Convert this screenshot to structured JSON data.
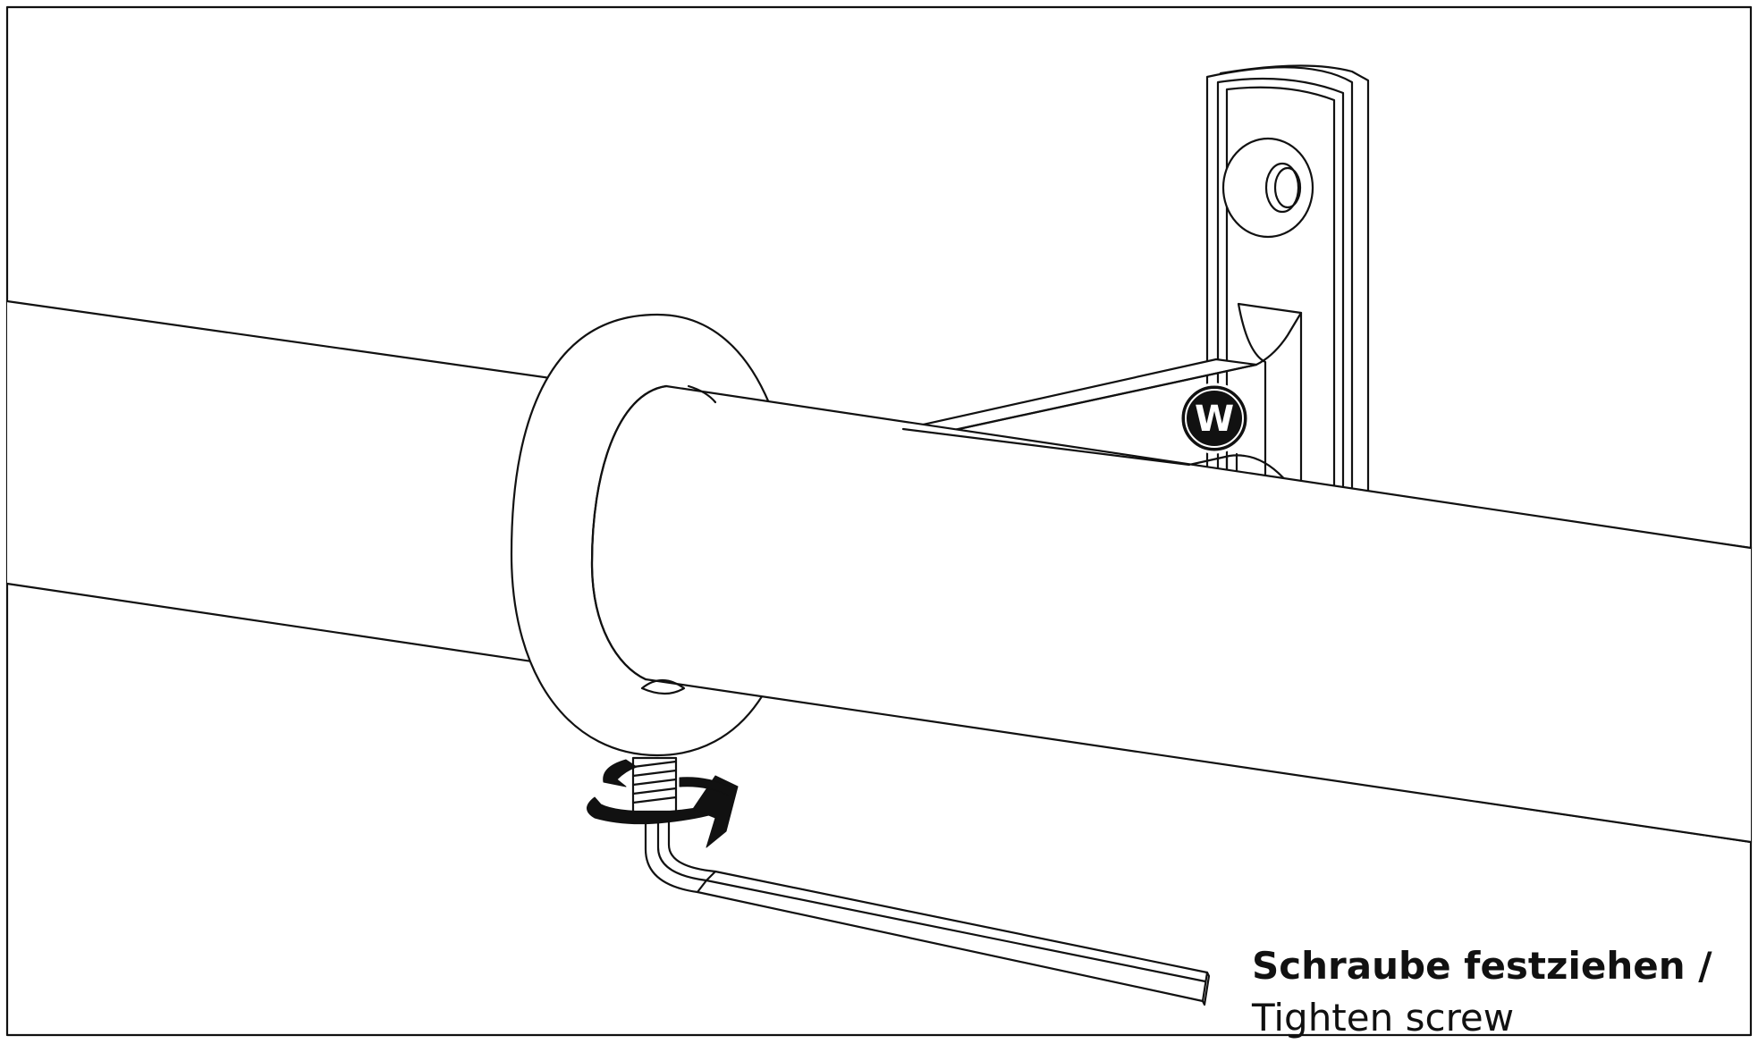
{
  "badge": {
    "letter": "W"
  },
  "caption": {
    "german": "Schraube festziehen /",
    "english": "Tighten screw"
  },
  "colors": {
    "line": "#111111",
    "background": "#ffffff",
    "badge_fill": "#111111",
    "badge_text": "#ffffff"
  },
  "icons": [
    "curtain-rod",
    "wall-bracket",
    "end-ring",
    "set-screw",
    "hex-key",
    "rotation-arrow"
  ]
}
